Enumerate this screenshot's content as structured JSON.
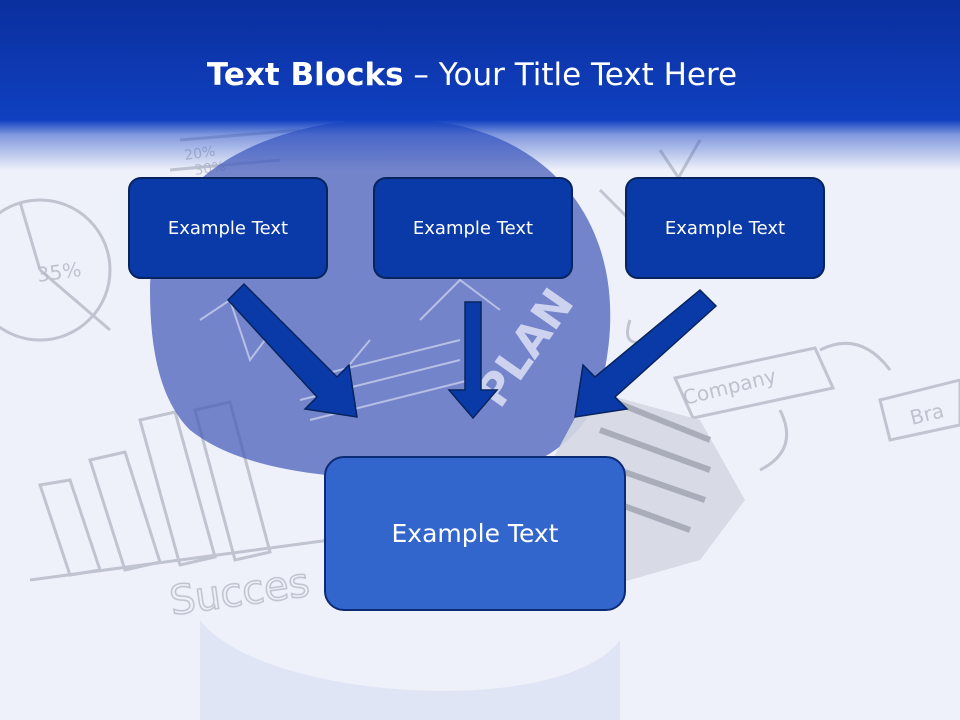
{
  "slide": {
    "title_bold": "Text Blocks",
    "title_rest": "– Your Title Text Here"
  },
  "blocks": {
    "top_left": "Example Text",
    "top_center": "Example Text",
    "top_right": "Example Text",
    "bottom": "Example Text"
  },
  "colors": {
    "title_bar": "#1040c0",
    "small_box": "#0a3aa8",
    "big_box": "#3266cc",
    "arrow": "#0a3aa8",
    "outline": "#08245e"
  },
  "icons": [
    "arrow-down-right-icon",
    "arrow-down-icon",
    "arrow-down-left-icon"
  ]
}
